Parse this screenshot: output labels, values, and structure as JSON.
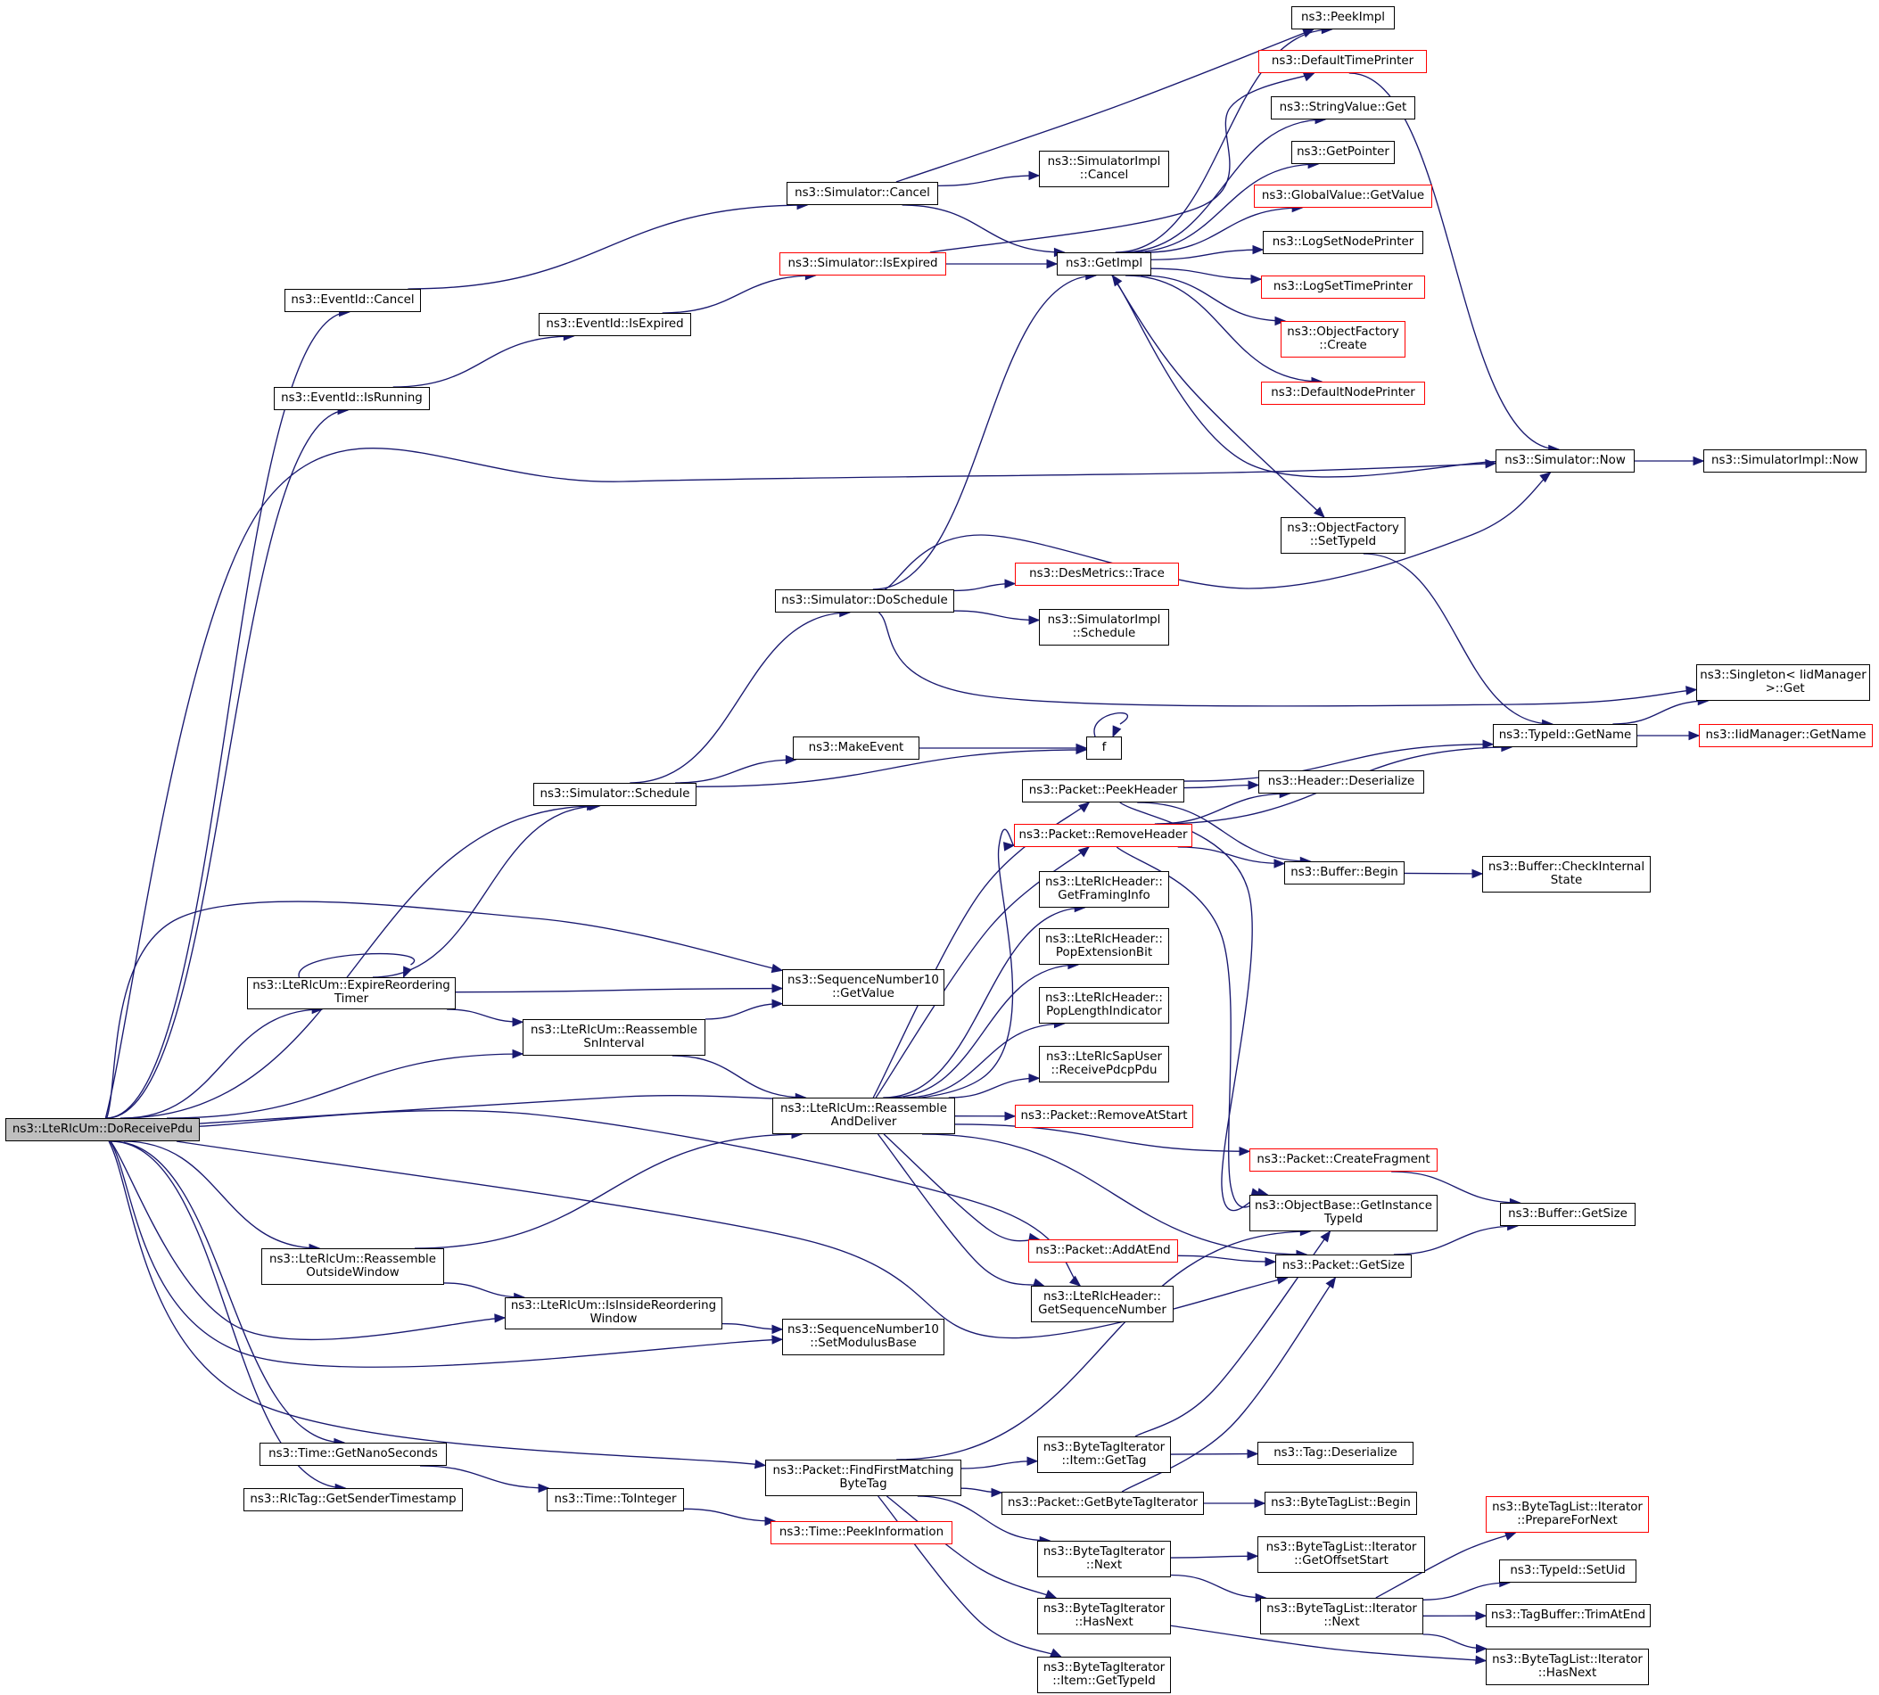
{
  "colors": {
    "edge": "#191970",
    "node_border": "#000000",
    "node_border_external": "#ff0000",
    "root_fill": "#bfbfbf",
    "background": "#ffffff"
  },
  "nodes": {
    "DoReceivePdu": [
      "ns3::LteRlcUm::DoReceivePdu"
    ],
    "EventIdCancel": [
      "ns3::EventId::Cancel"
    ],
    "EventIdIsRunning": [
      "ns3::EventId::IsRunning"
    ],
    "EventIdIsExpired": [
      "ns3::EventId::IsExpired"
    ],
    "SimCancel": [
      "ns3::Simulator::Cancel"
    ],
    "SimIsExpired": [
      "ns3::Simulator::IsExpired"
    ],
    "SimImplCancel": [
      "ns3::SimulatorImpl",
      "::Cancel"
    ],
    "GetImpl": [
      "ns3::GetImpl"
    ],
    "PeekImpl": [
      "ns3::PeekImpl"
    ],
    "DefaultTimePrinter": [
      "ns3::DefaultTimePrinter"
    ],
    "StringValueGet": [
      "ns3::StringValue::Get"
    ],
    "GetPointer": [
      "ns3::GetPointer"
    ],
    "GlobalValueGetValue": [
      "ns3::GlobalValue::GetValue"
    ],
    "LogSetNodePrinter": [
      "ns3::LogSetNodePrinter"
    ],
    "LogSetTimePrinter": [
      "ns3::LogSetTimePrinter"
    ],
    "ObjectFactoryCreate": [
      "ns3::ObjectFactory",
      "::Create"
    ],
    "DefaultNodePrinter": [
      "ns3::DefaultNodePrinter"
    ],
    "SimNow": [
      "ns3::Simulator::Now"
    ],
    "SimImplNow": [
      "ns3::SimulatorImpl::Now"
    ],
    "ObjectFactorySetTypeId": [
      "ns3::ObjectFactory",
      "::SetTypeId"
    ],
    "SimDoSchedule": [
      "ns3::Simulator::DoSchedule"
    ],
    "DesMetricsTrace": [
      "ns3::DesMetrics::Trace"
    ],
    "SimImplSchedule": [
      "ns3::SimulatorImpl",
      "::Schedule"
    ],
    "SingletonGet": [
      "ns3::Singleton< IidManager",
      " >::Get"
    ],
    "TypeIdGetName": [
      "ns3::TypeId::GetName"
    ],
    "IidManagerGetName": [
      "ns3::IidManager::GetName"
    ],
    "MakeEvent": [
      "ns3::MakeEvent"
    ],
    "f": [
      "f"
    ],
    "SimSchedule": [
      "ns3::Simulator::Schedule"
    ],
    "PacketPeekHeader": [
      "ns3::Packet::PeekHeader"
    ],
    "HeaderDeserialize": [
      "ns3::Header::Deserialize"
    ],
    "PacketRemoveHeader": [
      "ns3::Packet::RemoveHeader"
    ],
    "BufferBegin": [
      "ns3::Buffer::Begin"
    ],
    "BufferCheckInternalState": [
      "ns3::Buffer::CheckInternal",
      "State"
    ],
    "GetFramingInfo": [
      "ns3::LteRlcHeader::",
      "GetFramingInfo"
    ],
    "PopExtensionBit": [
      "ns3::LteRlcHeader::",
      "PopExtensionBit"
    ],
    "PopLengthIndicator": [
      "ns3::LteRlcHeader::",
      "PopLengthIndicator"
    ],
    "ReceivePdcpPdu": [
      "ns3::LteRlcSapUser",
      "::ReceivePdcpPdu"
    ],
    "ExpireReorderingTimer": [
      "ns3::LteRlcUm::ExpireReordering",
      "Timer"
    ],
    "SeqGetValue": [
      "ns3::SequenceNumber10",
      "::GetValue"
    ],
    "ReassembleSnInterval": [
      "ns3::LteRlcUm::Reassemble",
      "SnInterval"
    ],
    "ReassembleAndDeliver": [
      "ns3::LteRlcUm::Reassemble",
      "AndDeliver"
    ],
    "PacketRemoveAtStart": [
      "ns3::Packet::RemoveAtStart"
    ],
    "PacketCreateFragment": [
      "ns3::Packet::CreateFragment"
    ],
    "ObjectBaseGetInstanceTypeId": [
      "ns3::ObjectBase::GetInstance",
      "TypeId"
    ],
    "BufferGetSize": [
      "ns3::Buffer::GetSize"
    ],
    "PacketAddAtEnd": [
      "ns3::Packet::AddAtEnd"
    ],
    "PacketGetSize": [
      "ns3::Packet::GetSize"
    ],
    "ReassembleOutsideWindow": [
      "ns3::LteRlcUm::Reassemble",
      "OutsideWindow"
    ],
    "GetSequenceNumber": [
      "ns3::LteRlcHeader::",
      "GetSequenceNumber"
    ],
    "IsInsideReorderingWindow": [
      "ns3::LteRlcUm::IsInsideReordering",
      "Window"
    ],
    "SetModulusBase": [
      "ns3::SequenceNumber10",
      "::SetModulusBase"
    ],
    "ItemGetTag": [
      "ns3::ByteTagIterator",
      "::Item::GetTag"
    ],
    "TagDeserialize": [
      "ns3::Tag::Deserialize"
    ],
    "TimeGetNanoSeconds": [
      "ns3::Time::GetNanoSeconds"
    ],
    "FindFirstMatchingByteTag": [
      "ns3::Packet::FindFirstMatching",
      "ByteTag"
    ],
    "PacketGetByteTagIterator": [
      "ns3::Packet::GetByteTagIterator"
    ],
    "ByteTagListBegin": [
      "ns3::ByteTagList::Begin"
    ],
    "RlcTagGetSenderTimestamp": [
      "ns3::RlcTag::GetSenderTimestamp"
    ],
    "TimeToInteger": [
      "ns3::Time::ToInteger"
    ],
    "TimePeekInformation": [
      "ns3::Time::PeekInformation"
    ],
    "PrepareForNext": [
      "ns3::ByteTagList::Iterator",
      "::PrepareForNext"
    ],
    "ByteTagIteratorNext": [
      "ns3::ByteTagIterator",
      "::Next"
    ],
    "GetOffsetStart": [
      "ns3::ByteTagList::Iterator",
      "::GetOffsetStart"
    ],
    "TypeIdSetUid": [
      "ns3::TypeId::SetUid"
    ],
    "ByteTagListIteratorNext": [
      "ns3::ByteTagList::Iterator",
      "::Next"
    ],
    "TagBufferTrimAtEnd": [
      "ns3::TagBuffer::TrimAtEnd"
    ],
    "ByteTagIteratorHasNext": [
      "ns3::ByteTagIterator",
      "::HasNext"
    ],
    "ByteTagListIteratorHasNext": [
      "ns3::ByteTagList::Iterator",
      "::HasNext"
    ],
    "ItemGetTypeId": [
      "ns3::ByteTagIterator",
      "::Item::GetTypeId"
    ]
  },
  "external_nodes": [
    "DefaultTimePrinter",
    "SimIsExpired",
    "GlobalValueGetValue",
    "LogSetTimePrinter",
    "ObjectFactoryCreate",
    "DefaultNodePrinter",
    "DesMetricsTrace",
    "IidManagerGetName",
    "PacketRemoveHeader",
    "PacketRemoveAtStart",
    "PacketCreateFragment",
    "PacketAddAtEnd",
    "TimePeekInformation",
    "PrepareForNext"
  ],
  "root_node": "DoReceivePdu",
  "edges": [
    [
      "DoReceivePdu",
      "EventIdCancel"
    ],
    [
      "DoReceivePdu",
      "EventIdIsRunning"
    ],
    [
      "DoReceivePdu",
      "SimNow"
    ],
    [
      "DoReceivePdu",
      "SimSchedule"
    ],
    [
      "DoReceivePdu",
      "SeqGetValue"
    ],
    [
      "DoReceivePdu",
      "ExpireReorderingTimer"
    ],
    [
      "DoReceivePdu",
      "ReassembleSnInterval"
    ],
    [
      "DoReceivePdu",
      "PacketRemoveHeader"
    ],
    [
      "DoReceivePdu",
      "GetSequenceNumber"
    ],
    [
      "DoReceivePdu",
      "PacketGetSize"
    ],
    [
      "DoReceivePdu",
      "ReassembleOutsideWindow"
    ],
    [
      "DoReceivePdu",
      "IsInsideReorderingWindow"
    ],
    [
      "DoReceivePdu",
      "SetModulusBase"
    ],
    [
      "DoReceivePdu",
      "FindFirstMatchingByteTag"
    ],
    [
      "DoReceivePdu",
      "TimeGetNanoSeconds"
    ],
    [
      "DoReceivePdu",
      "RlcTagGetSenderTimestamp"
    ],
    [
      "EventIdCancel",
      "SimCancel"
    ],
    [
      "EventIdIsRunning",
      "EventIdIsExpired"
    ],
    [
      "EventIdIsExpired",
      "SimIsExpired"
    ],
    [
      "SimCancel",
      "PeekImpl"
    ],
    [
      "SimCancel",
      "SimImplCancel"
    ],
    [
      "SimCancel",
      "GetImpl"
    ],
    [
      "SimIsExpired",
      "DefaultTimePrinter"
    ],
    [
      "SimIsExpired",
      "GetImpl"
    ],
    [
      "GetImpl",
      "PeekImpl"
    ],
    [
      "GetImpl",
      "StringValueGet"
    ],
    [
      "GetImpl",
      "GetPointer"
    ],
    [
      "GetImpl",
      "GlobalValueGetValue"
    ],
    [
      "GetImpl",
      "LogSetNodePrinter"
    ],
    [
      "GetImpl",
      "LogSetTimePrinter"
    ],
    [
      "GetImpl",
      "ObjectFactoryCreate"
    ],
    [
      "GetImpl",
      "DefaultNodePrinter"
    ],
    [
      "GetImpl",
      "ObjectFactorySetTypeId"
    ],
    [
      "DefaultTimePrinter",
      "SimNow"
    ],
    [
      "SimNow",
      "SimImplNow"
    ],
    [
      "SimNow",
      "GetImpl"
    ],
    [
      "ObjectFactorySetTypeId",
      "TypeIdGetName"
    ],
    [
      "SimDoSchedule",
      "GetImpl"
    ],
    [
      "SimDoSchedule",
      "SimNow"
    ],
    [
      "SimDoSchedule",
      "DesMetricsTrace"
    ],
    [
      "SimDoSchedule",
      "SimImplSchedule"
    ],
    [
      "SimDoSchedule",
      "SingletonGet"
    ],
    [
      "TypeIdGetName",
      "SingletonGet"
    ],
    [
      "TypeIdGetName",
      "IidManagerGetName"
    ],
    [
      "SimSchedule",
      "SimDoSchedule"
    ],
    [
      "SimSchedule",
      "MakeEvent"
    ],
    [
      "SimSchedule",
      "f"
    ],
    [
      "MakeEvent",
      "f"
    ],
    [
      "f",
      "f"
    ],
    [
      "PacketPeekHeader",
      "TypeIdGetName"
    ],
    [
      "PacketPeekHeader",
      "HeaderDeserialize"
    ],
    [
      "PacketPeekHeader",
      "BufferBegin"
    ],
    [
      "PacketPeekHeader",
      "ObjectBaseGetInstanceTypeId"
    ],
    [
      "PacketRemoveHeader",
      "HeaderDeserialize"
    ],
    [
      "PacketRemoveHeader",
      "TypeIdGetName"
    ],
    [
      "PacketRemoveHeader",
      "BufferBegin"
    ],
    [
      "PacketRemoveHeader",
      "ObjectBaseGetInstanceTypeId"
    ],
    [
      "BufferBegin",
      "BufferCheckInternalState"
    ],
    [
      "ExpireReorderingTimer",
      "ExpireReorderingTimer"
    ],
    [
      "ExpireReorderingTimer",
      "SimSchedule"
    ],
    [
      "ExpireReorderingTimer",
      "SeqGetValue"
    ],
    [
      "ExpireReorderingTimer",
      "ReassembleSnInterval"
    ],
    [
      "ReassembleSnInterval",
      "SeqGetValue"
    ],
    [
      "ReassembleSnInterval",
      "ReassembleAndDeliver"
    ],
    [
      "ReassembleAndDeliver",
      "PacketPeekHeader"
    ],
    [
      "ReassembleAndDeliver",
      "PacketRemoveHeader"
    ],
    [
      "ReassembleAndDeliver",
      "GetFramingInfo"
    ],
    [
      "ReassembleAndDeliver",
      "PopExtensionBit"
    ],
    [
      "ReassembleAndDeliver",
      "PopLengthIndicator"
    ],
    [
      "ReassembleAndDeliver",
      "ReceivePdcpPdu"
    ],
    [
      "ReassembleAndDeliver",
      "PacketRemoveAtStart"
    ],
    [
      "ReassembleAndDeliver",
      "PacketCreateFragment"
    ],
    [
      "ReassembleAndDeliver",
      "PacketGetSize"
    ],
    [
      "ReassembleAndDeliver",
      "PacketAddAtEnd"
    ],
    [
      "ReassembleAndDeliver",
      "GetSequenceNumber"
    ],
    [
      "PacketCreateFragment",
      "BufferGetSize"
    ],
    [
      "PacketAddAtEnd",
      "PacketGetSize"
    ],
    [
      "PacketGetSize",
      "BufferGetSize"
    ],
    [
      "ReassembleOutsideWindow",
      "ReassembleAndDeliver"
    ],
    [
      "ReassembleOutsideWindow",
      "IsInsideReorderingWindow"
    ],
    [
      "IsInsideReorderingWindow",
      "SetModulusBase"
    ],
    [
      "FindFirstMatchingByteTag",
      "ObjectBaseGetInstanceTypeId"
    ],
    [
      "FindFirstMatchingByteTag",
      "ItemGetTag"
    ],
    [
      "FindFirstMatchingByteTag",
      "PacketGetByteTagIterator"
    ],
    [
      "FindFirstMatchingByteTag",
      "ByteTagIteratorNext"
    ],
    [
      "FindFirstMatchingByteTag",
      "ByteTagIteratorHasNext"
    ],
    [
      "FindFirstMatchingByteTag",
      "ItemGetTypeId"
    ],
    [
      "ItemGetTag",
      "TagDeserialize"
    ],
    [
      "ItemGetTag",
      "ObjectBaseGetInstanceTypeId"
    ],
    [
      "PacketGetByteTagIterator",
      "ByteTagListBegin"
    ],
    [
      "PacketGetByteTagIterator",
      "PacketGetSize"
    ],
    [
      "TimeGetNanoSeconds",
      "TimeToInteger"
    ],
    [
      "TimeToInteger",
      "TimePeekInformation"
    ],
    [
      "ByteTagIteratorNext",
      "GetOffsetStart"
    ],
    [
      "ByteTagIteratorNext",
      "ByteTagListIteratorNext"
    ],
    [
      "ByteTagListIteratorNext",
      "PrepareForNext"
    ],
    [
      "ByteTagListIteratorNext",
      "TypeIdSetUid"
    ],
    [
      "ByteTagListIteratorNext",
      "TagBufferTrimAtEnd"
    ],
    [
      "ByteTagListIteratorNext",
      "ByteTagListIteratorHasNext"
    ],
    [
      "ByteTagIteratorHasNext",
      "ByteTagListIteratorHasNext"
    ]
  ]
}
